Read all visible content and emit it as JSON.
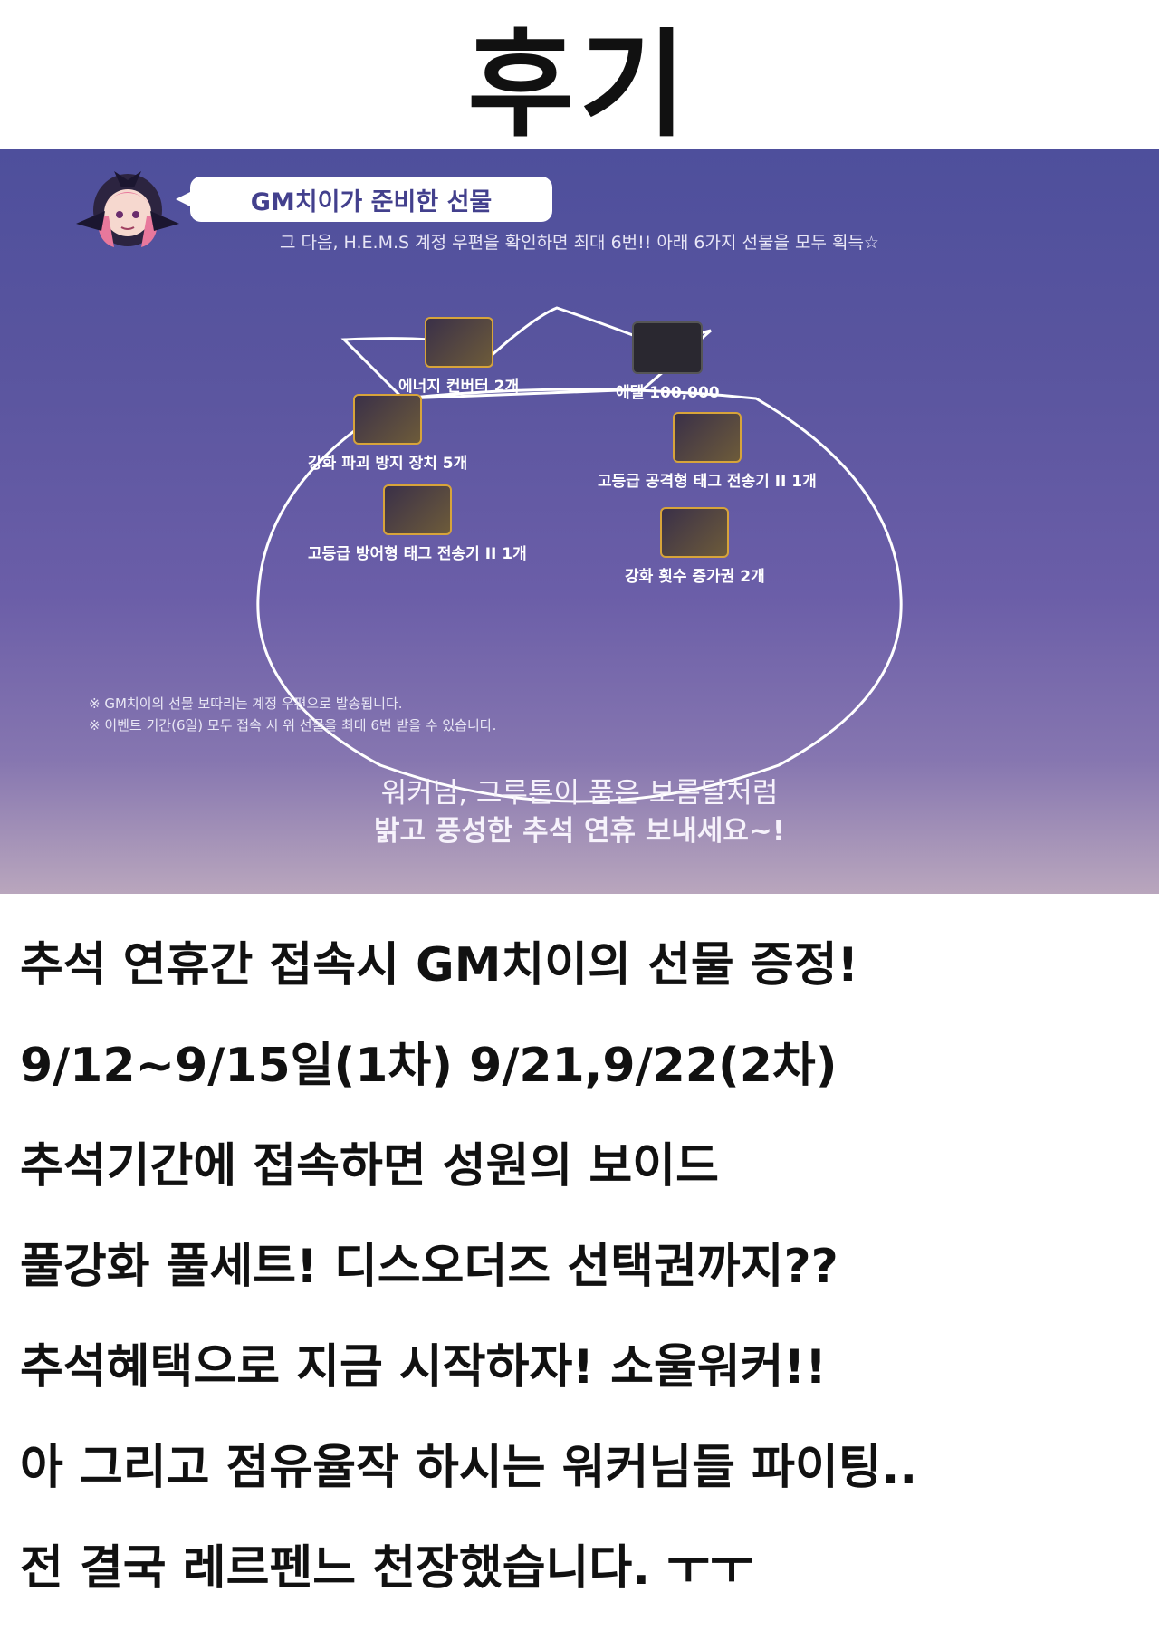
{
  "title": "후기",
  "banner": {
    "bubble_title": "GM치이가 준비한 선물",
    "subline": "그 다음, H.E.M.S 계정 우편을 확인하면 최대 6번!! 아래 6가지 선물을 모두 획득☆",
    "items": [
      {
        "label": "에너지 컨버터 2개",
        "icon": "energy-converter-icon"
      },
      {
        "label": "에텔 100,000",
        "icon": "ether-coin-icon"
      },
      {
        "label": "강화 파괴 방지 장치 5개",
        "icon": "destruction-prevention-icon"
      },
      {
        "label": "고등급 공격형 태그 전송기 II 1개",
        "icon": "crystal-icon"
      },
      {
        "label": "고등급 방어형 태그 전송기 II 1개",
        "icon": "crystal-icon"
      },
      {
        "label": "강화 횟수 증가권 2개",
        "icon": "enhance-ticket-icon"
      }
    ],
    "notes": [
      "※ GM치이의 선물 보따리는 계정 우편으로 발송됩니다.",
      "※ 이벤트 기간(6일) 모두 접속 시 위 선물을 최대 6번 받을 수 있습니다."
    ],
    "slogan_line1": "워커님, 그루톤이 품은 보름달처럼",
    "slogan_line2": "밝고 풍성한 추석 연휴 보내세요~!"
  },
  "post_lines": [
    "추석 연휴간 접속시 GM치이의 선물 증정!",
    "9/12~9/15일(1차) 9/21,9/22(2차)",
    "추석기간에 접속하면 성원의 보이드",
    "풀강화 풀세트! 디스오더즈 선택권까지??",
    "추석혜택으로 지금 시작하자! 소울워커!!",
    "아 그리고 점유율작 하시는 워커님들 파이팅..",
    "전 결국 레르펜느 천장했습니다. ㅜㅜ"
  ]
}
